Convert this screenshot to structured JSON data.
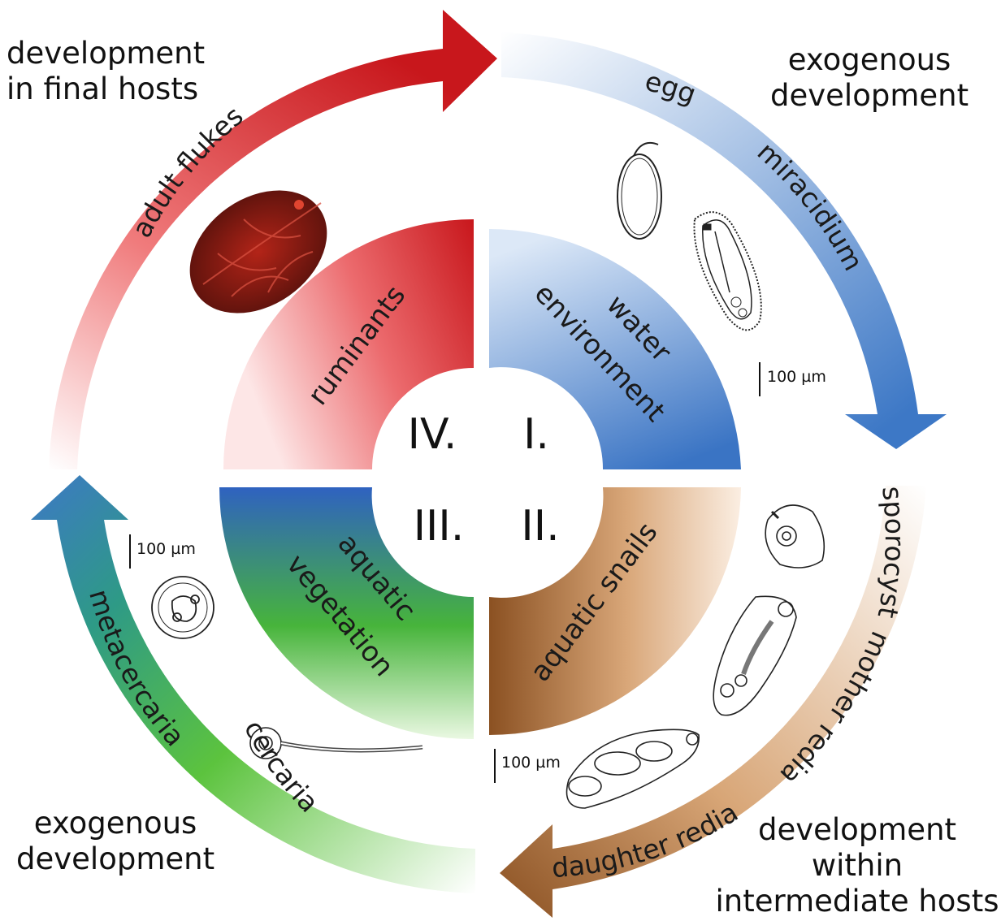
{
  "corners": {
    "top_left": [
      "development",
      "in final hosts"
    ],
    "top_right": [
      "exogenous",
      "development"
    ],
    "bottom_left": [
      "exogenous",
      "development"
    ],
    "bottom_right": [
      "development",
      "within",
      "intermediate hosts"
    ]
  },
  "stages": {
    "egg": "egg",
    "miracidium": "miracidium",
    "sporocyst": "sporocyst",
    "mother_redia": "mother redia",
    "daughter_redia": "daughter redia",
    "cercaria": "cercaria",
    "metacercaria": "metacercaria",
    "adult_flukes": "adult flukes"
  },
  "sectors": {
    "q1": {
      "numeral": "I.",
      "lines": [
        "water",
        "environment"
      ]
    },
    "q2": {
      "numeral": "II.",
      "lines": [
        "aquatic snails"
      ]
    },
    "q3": {
      "numeral": "III.",
      "lines": [
        "aquatic",
        "vegetation"
      ]
    },
    "q4": {
      "numeral": "IV.",
      "lines": [
        "ruminants"
      ]
    }
  },
  "scale_bars": [
    "100 µm",
    "100 µm",
    "100 µm"
  ],
  "colors": {
    "red": "#c8171c",
    "blue": "#3d78c6",
    "brown": "#8b5122",
    "green": "#4cb834"
  }
}
